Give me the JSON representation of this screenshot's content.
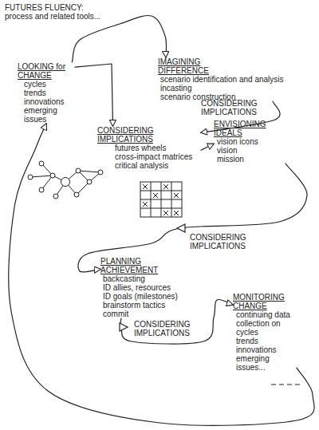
{
  "diagram": {
    "title": "FUTURES FLUENCY: process and related tools...",
    "nodes": [
      {
        "text": [
          "LOOKING for CHANGE",
          "cycles",
          "trends",
          "innovations",
          "emerging issues"
        ]
      },
      {
        "text": [
          "IMAGINING DIFFERENCE",
          "scenario identification and analysis",
          "incasting",
          "scenario construction"
        ]
      },
      {
        "text": [
          "CONSIDERING IMPLICATIONS",
          "futures wheels",
          "cross-impact matrices",
          "critical analysis"
        ]
      },
      {
        "text": [
          "ENVISIONING IDEALS",
          "vision icons",
          "vision",
          "mission"
        ]
      },
      {
        "text": [
          "PLANNING ACHIEVEMENT",
          "backcasting",
          "ID allies, resources",
          "ID goals (milestones)",
          "brainstorm tactics",
          "commit"
        ]
      },
      {
        "text": [
          "MONITORING CHANGE",
          "continuing data collection on cycles",
          "trends",
          "innovations",
          "emerging issues..."
        ]
      }
    ],
    "edges": [
      {
        "from": 0,
        "to": 1,
        "arrow": "to"
      },
      {
        "from": 0,
        "to": 2,
        "arrow": "to"
      },
      {
        "from": 1,
        "to": 2,
        "label": "CONSIDERING IMPLICATIONS",
        "arrow": "to"
      },
      {
        "from": 2,
        "to": 3,
        "arrow": "to"
      },
      {
        "from": 3,
        "to": 4,
        "label": "CONSIDERING IMPLICATIONS",
        "arrow": "to"
      },
      {
        "from": 4,
        "to": 5,
        "label": "CONSIDERING IMPLICATIONS",
        "arrow": "to"
      },
      {
        "from": 5,
        "to": 0,
        "arrow": "to"
      }
    ]
  }
}
